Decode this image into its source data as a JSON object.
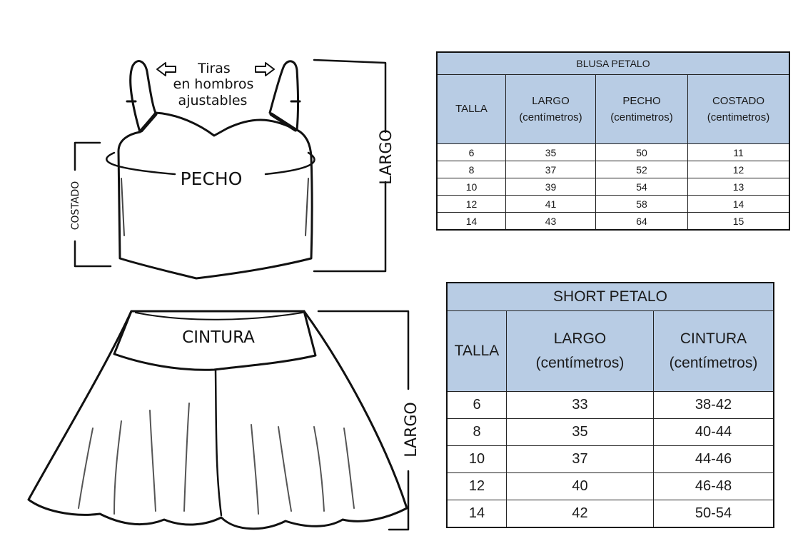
{
  "labels": {
    "straps": [
      "Tiras",
      "en hombros",
      "ajustables"
    ],
    "chest": "PECHO",
    "side": "COSTADO",
    "top_length": "LARGO",
    "waist": "CINTURA",
    "short_length": "LARGO"
  },
  "blusa": {
    "title": "BLUSA PETALO",
    "headers": [
      {
        "line1": "TALLA",
        "line2": ""
      },
      {
        "line1": "LARGO",
        "line2": "(centímetros)"
      },
      {
        "line1": "PECHO",
        "line2": "(centimetros)"
      },
      {
        "line1": "COSTADO",
        "line2": "(centimetros)"
      }
    ],
    "rows": [
      [
        "6",
        "35",
        "50",
        "11"
      ],
      [
        "8",
        "37",
        "52",
        "12"
      ],
      [
        "10",
        "39",
        "54",
        "13"
      ],
      [
        "12",
        "41",
        "58",
        "14"
      ],
      [
        "14",
        "43",
        "64",
        "15"
      ]
    ]
  },
  "short": {
    "title": "SHORT PETALO",
    "headers": [
      {
        "line1": "TALLA",
        "line2": ""
      },
      {
        "line1": "LARGO",
        "line2": "(centímetros)"
      },
      {
        "line1": "CINTURA",
        "line2": "(centímetros)"
      }
    ],
    "rows": [
      [
        "6",
        "33",
        "38-42"
      ],
      [
        "8",
        "35",
        "40-44"
      ],
      [
        "10",
        "37",
        "44-46"
      ],
      [
        "12",
        "40",
        "46-48"
      ],
      [
        "14",
        "42",
        "50-54"
      ]
    ]
  },
  "colors": {
    "header_fill": "#b8cce4",
    "line": "#111111"
  }
}
